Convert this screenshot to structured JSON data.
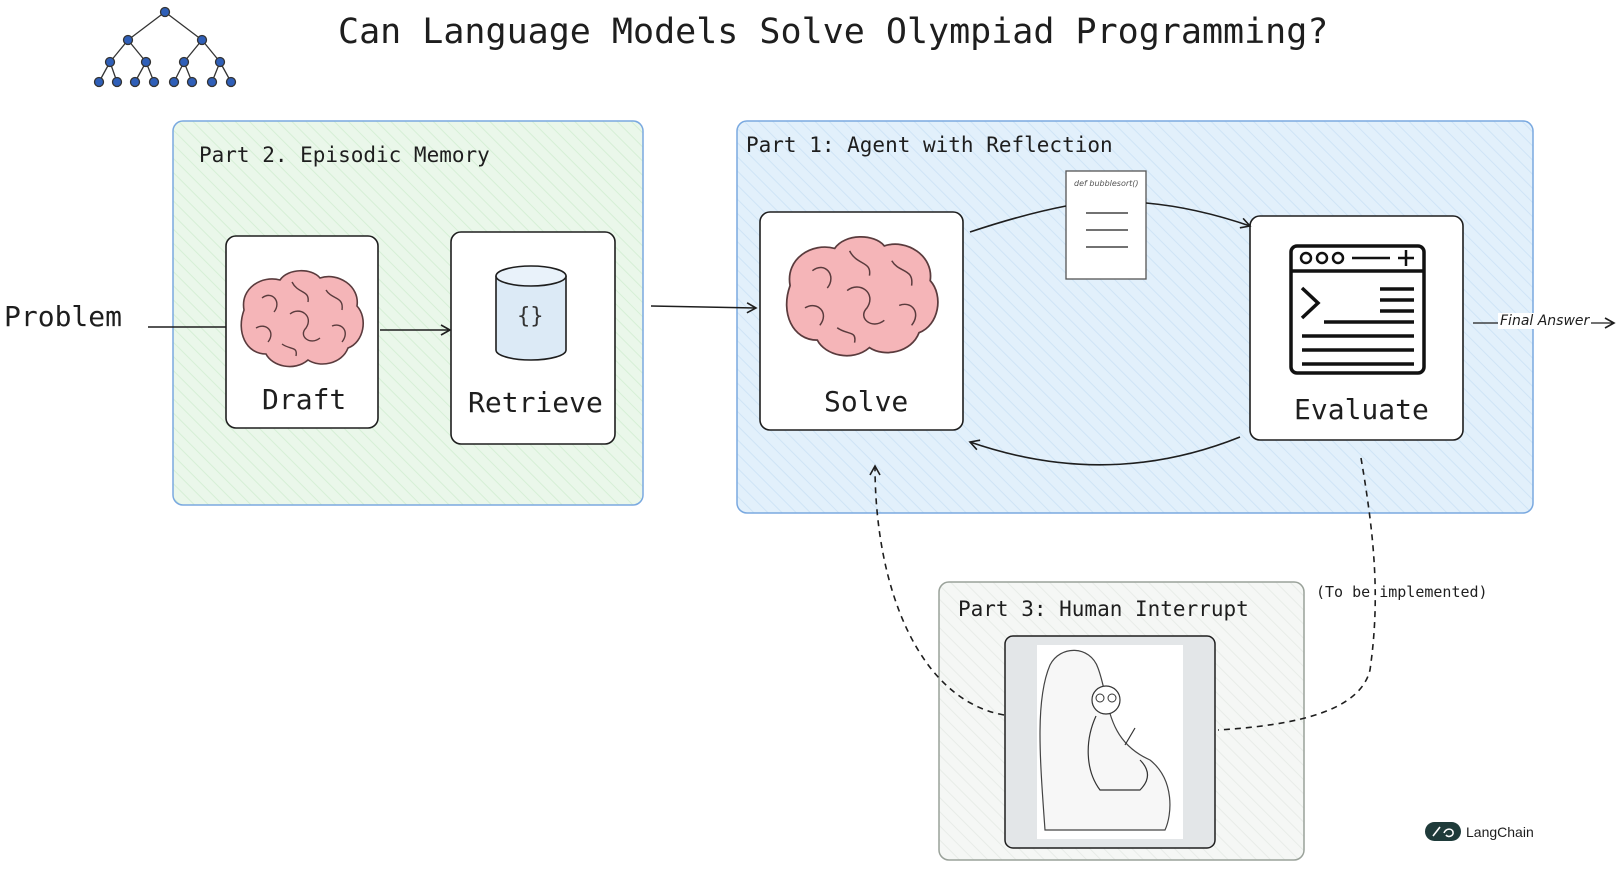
{
  "title": "Can Language Models Solve Olympiad Programming?",
  "input_label": "Problem",
  "groups": {
    "episodic_memory": "Part 2. Episodic Memory",
    "agent_reflection": "Part 1: Agent with Reflection",
    "human_interrupt": "Part 3: Human Interrupt"
  },
  "nodes": {
    "draft": "Draft",
    "retrieve": "Retrieve",
    "solve": "Solve",
    "evaluate": "Evaluate"
  },
  "db_symbol": "{}",
  "document_text": "def bubblesort()",
  "final_answer_label": "Final Answer",
  "note": "(To be implemented)",
  "brand": "LangChain",
  "colors": {
    "memory_fill": "#eaf7ea",
    "agent_fill": "#e2f0fb",
    "human_fill": "#f4f6f4",
    "brain": "#f5b5b8",
    "db": "#dceaf6",
    "tree_node": "#2f5fb8"
  },
  "icons": [
    "tree-logo-icon",
    "brain-icon",
    "database-icon",
    "document-icon",
    "terminal-window-icon",
    "human-meme-image",
    "langchain-logo-icon"
  ]
}
